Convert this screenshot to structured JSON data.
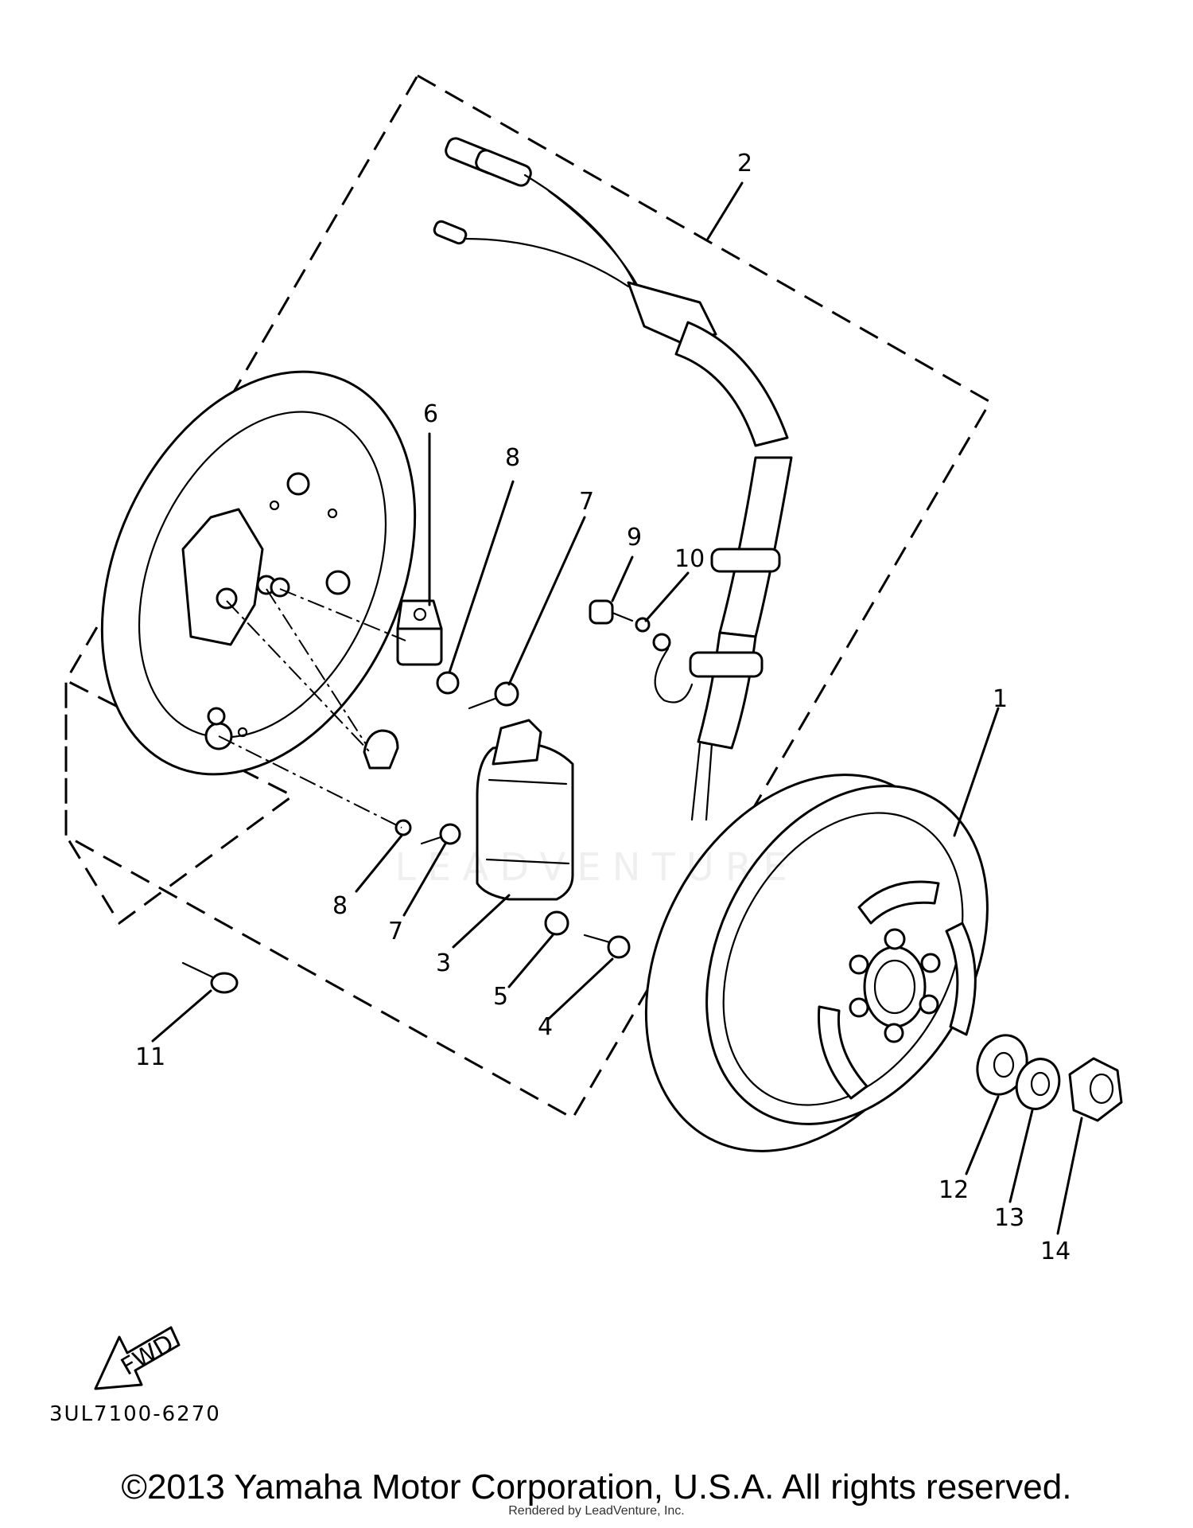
{
  "diagram": {
    "callouts": [
      "1",
      "2",
      "3",
      "4",
      "5",
      "6",
      "7",
      "8",
      "9",
      "10",
      "11",
      "12",
      "13",
      "14"
    ],
    "callout_7b": "7",
    "callout_8b": "8",
    "fwd_label": "FWD",
    "diagram_code": "3UL7100-6270",
    "watermark": "LEADVENTURE"
  },
  "footer": {
    "copyright": "©2013 Yamaha Motor Corporation, U.S.A. All rights reserved.",
    "rendered_by": "Rendered by LeadVenture, Inc."
  }
}
